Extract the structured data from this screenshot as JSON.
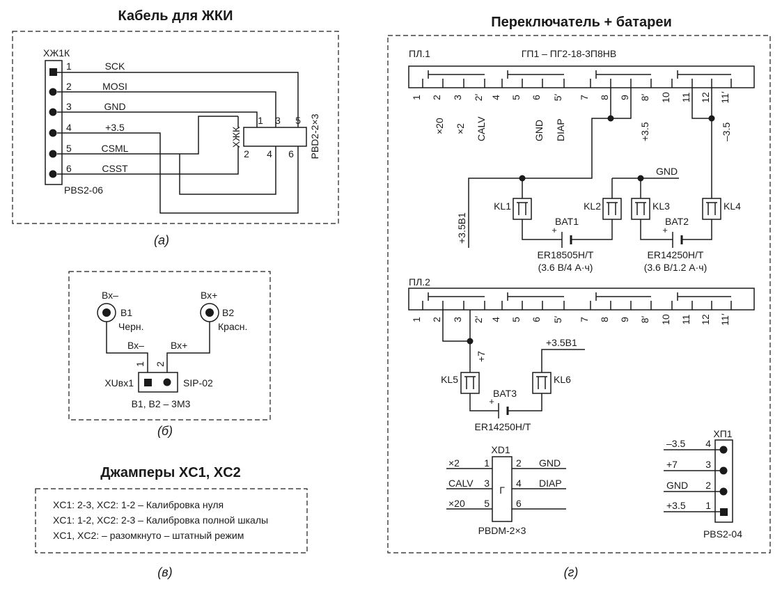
{
  "titles": {
    "lcd_cable": "Кабель для ЖКИ",
    "switch_batteries": "Переключатель + батареи",
    "jumpers": "Джамперы XC1, XC2"
  },
  "captions": {
    "a": "(а)",
    "b": "(б)",
    "v": "(в)",
    "g": "(г)"
  },
  "lcd": {
    "connector_ref": "ХЖ1К",
    "connector_type": "PBS2-06",
    "pins": [
      {
        "num": "1",
        "signal": "SCK"
      },
      {
        "num": "2",
        "signal": "MOSI"
      },
      {
        "num": "3",
        "signal": "GND"
      },
      {
        "num": "4",
        "signal": "+3.5"
      },
      {
        "num": "5",
        "signal": "CSML"
      },
      {
        "num": "6",
        "signal": "CSST"
      }
    ],
    "socket_ref": "ХЖК",
    "socket_type": "PBD2-2×3",
    "socket_top_pins": [
      "1",
      "3",
      "5"
    ],
    "socket_bottom_pins": [
      "2",
      "4",
      "6"
    ]
  },
  "inputs": {
    "b1_signal": "Вх–",
    "b1_ref": "В1",
    "b1_color": "Черн.",
    "b2_signal": "Вх+",
    "b2_ref": "В2",
    "b2_color": "Красн.",
    "wire1": "Вх–",
    "wire2": "Вх+",
    "pin1": "1",
    "pin2": "2",
    "connector_ref": "XUвх1",
    "connector_type": "SIP-02",
    "note": "В1, В2 – 3М3"
  },
  "jumpers": {
    "lines": [
      "XC1: 2-3, XC2: 1-2 – Калибровка нуля",
      "XC1: 1-2, XC2: 2-3 – Калибровка полной шкалы",
      "XC1, XC2: – разомкнуто – штатный режим"
    ]
  },
  "switch": {
    "part": "ГП1 – ПГ2-18-3П8НВ",
    "deck1": "ПЛ.1",
    "deck2": "ПЛ.2",
    "contacts": [
      "1",
      "2",
      "3",
      "2′",
      "4",
      "5",
      "6",
      "5′",
      "7",
      "8",
      "9",
      "8′",
      "10",
      "11",
      "12",
      "11′"
    ],
    "deck1_labels": {
      "c2": "×20",
      "c3": "×2",
      "c2p": "CALV",
      "c6": "GND",
      "c5p": "DIAP",
      "c8p": "+3.5",
      "c11p": "–3.5"
    },
    "deck2_labels": {
      "c2p": "+7"
    },
    "net_gnd": "GND",
    "net_35b1_left": "+3.5B1",
    "net_35b1_right": "+3.5B1",
    "kl": [
      "KL1",
      "KL2",
      "KL3",
      "KL4",
      "KL5",
      "KL6"
    ],
    "bat1": {
      "ref": "BAT1",
      "type": "ER18505H/T",
      "spec": "(3.6 В/4 А·ч)"
    },
    "bat2": {
      "ref": "BAT2",
      "type": "ER14250H/T",
      "spec": "(3.6 В/1.2 А·ч)"
    },
    "bat3": {
      "ref": "BAT3",
      "type": "ER14250H/T"
    },
    "plus": "+"
  },
  "xd1": {
    "ref": "XD1",
    "type": "PBDM-2×3",
    "symbol": "Г",
    "left_pins": [
      {
        "num": "1",
        "signal": "×2"
      },
      {
        "num": "3",
        "signal": "CALV"
      },
      {
        "num": "5",
        "signal": "×20"
      }
    ],
    "right_pins": [
      {
        "num": "2",
        "signal": "GND"
      },
      {
        "num": "4",
        "signal": "DIAP"
      },
      {
        "num": "6",
        "signal": ""
      }
    ]
  },
  "xp1": {
    "ref": "ХП1",
    "type": "PBS2-04",
    "pins": [
      {
        "num": "4",
        "signal": "–3.5"
      },
      {
        "num": "3",
        "signal": "+7"
      },
      {
        "num": "2",
        "signal": "GND"
      },
      {
        "num": "1",
        "signal": "+3.5"
      }
    ]
  }
}
